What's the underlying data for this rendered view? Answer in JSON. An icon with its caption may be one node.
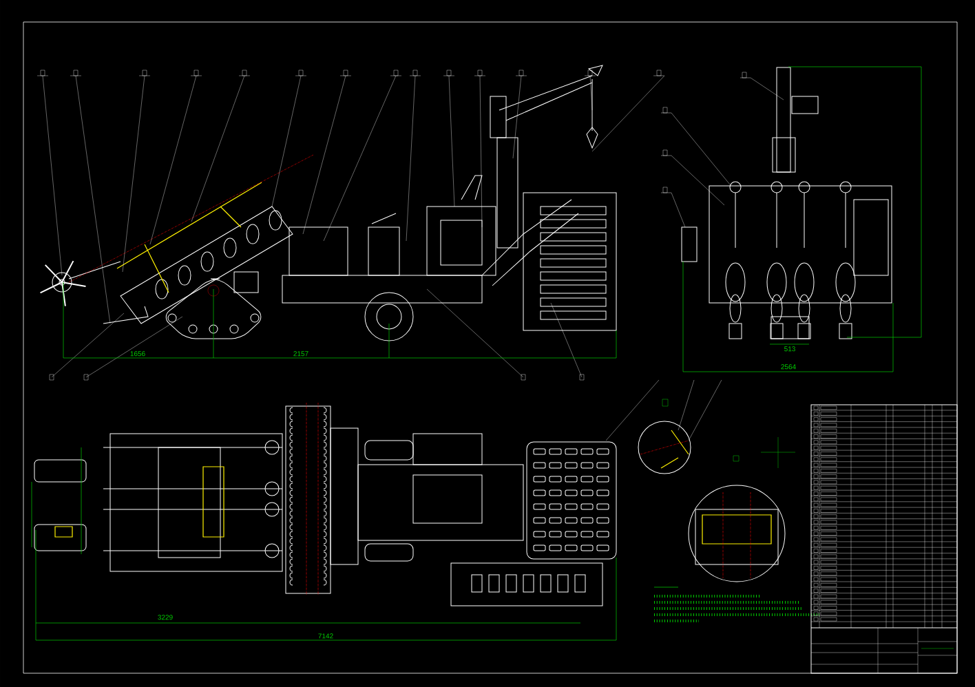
{
  "diagram": {
    "labels": [
      "1656",
      "2157",
      "513",
      "2564",
      "3229",
      "7142"
    ]
  }
}
